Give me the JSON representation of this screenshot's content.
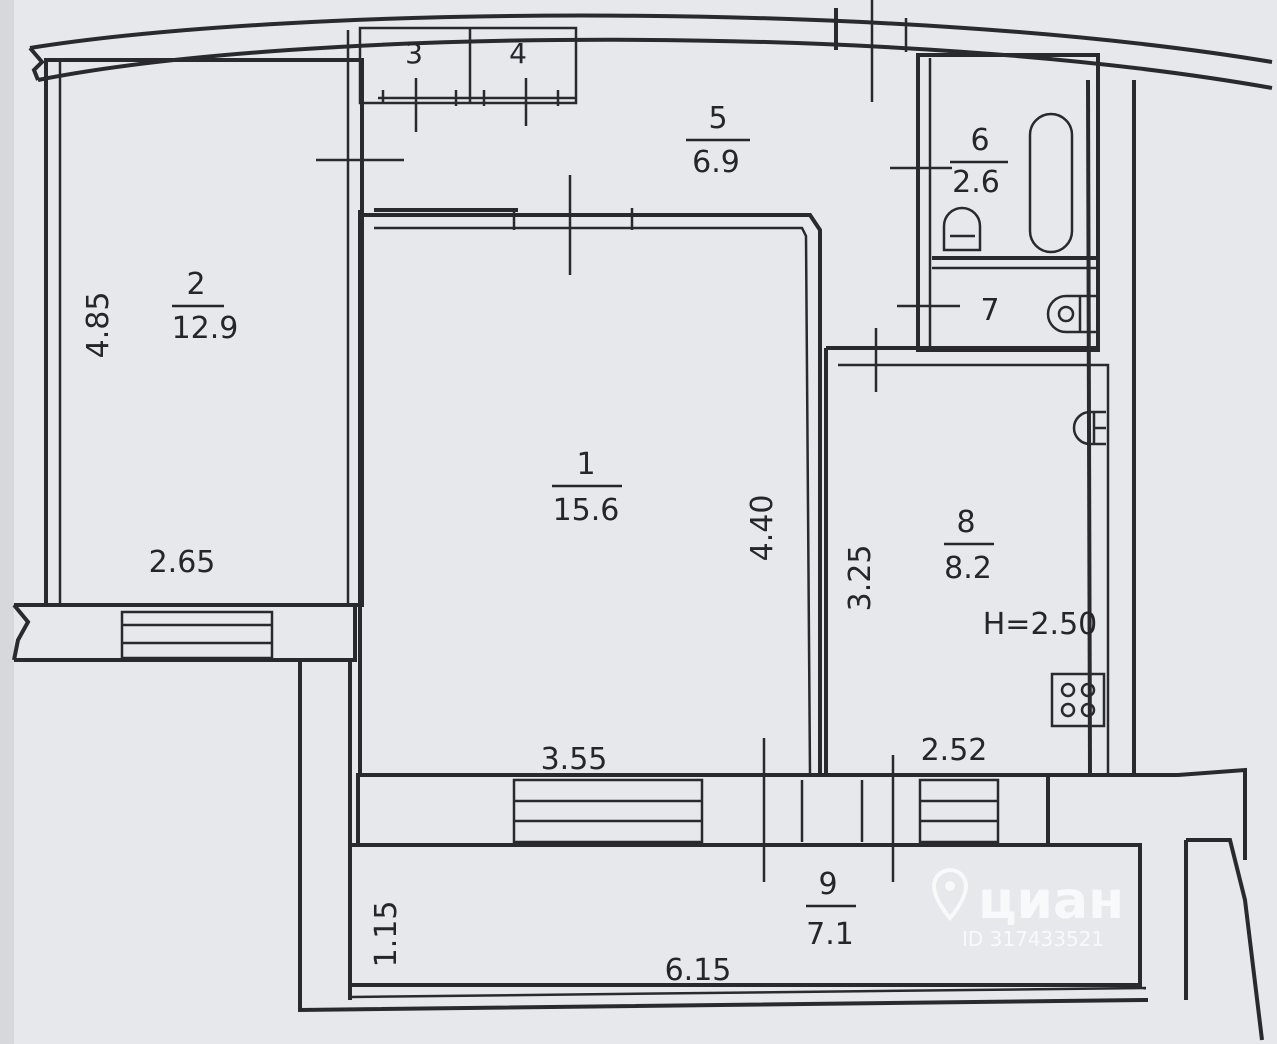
{
  "rooms": [
    {
      "number": "1",
      "area": "15.6"
    },
    {
      "number": "2",
      "area": "12.9"
    },
    {
      "number": "3"
    },
    {
      "number": "4"
    },
    {
      "number": "5",
      "area": "6.9"
    },
    {
      "number": "6",
      "area": "2.6"
    },
    {
      "number": "7"
    },
    {
      "number": "8",
      "area": "8.2"
    },
    {
      "number": "9",
      "area": "7.1"
    }
  ],
  "dimensions": {
    "room2_length": "4.85",
    "room2_width": "2.65",
    "room1_length": "4.40",
    "room1_width": "3.55",
    "room8_length": "3.25",
    "room8_width": "2.52",
    "room9_length": "6.15",
    "room9_width": "1.15"
  },
  "ceiling_height": "H=2.50",
  "watermark": {
    "brand": "циан",
    "id": "ID 317433521"
  },
  "icons": [
    "bathtub-icon",
    "toilet-icon",
    "sink-icon",
    "water-heater-icon",
    "stove-icon"
  ]
}
